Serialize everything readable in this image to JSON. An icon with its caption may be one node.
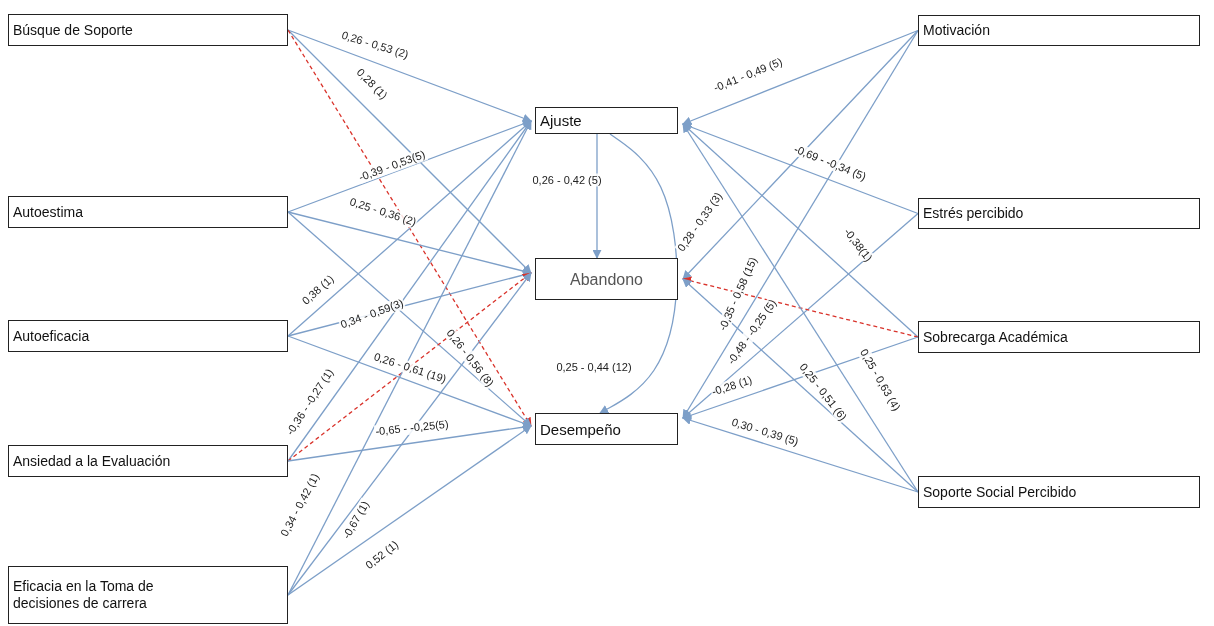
{
  "diagram": {
    "nodes": [
      {
        "text": [
          "Búsque de Soporte"
        ]
      },
      {
        "text": [
          "Autoestima"
        ]
      },
      {
        "text": [
          "Autoeficacia"
        ]
      },
      {
        "text": [
          "Ansiedad a la Evaluación"
        ]
      },
      {
        "text": [
          "Eficacia en la Toma de decisiones de carrera"
        ]
      },
      {
        "text": [
          "Ajuste"
        ]
      },
      {
        "text": [
          "Abandono"
        ]
      },
      {
        "text": [
          "Desempeño"
        ]
      },
      {
        "text": [
          "Motivación"
        ]
      },
      {
        "text": [
          "Estrés percibido"
        ]
      },
      {
        "text": [
          "Sobrecarga Académica"
        ]
      },
      {
        "text": [
          "Soporte Social Percibido"
        ]
      }
    ],
    "edges": [
      {
        "from": 0,
        "to": 5,
        "arrow": "to",
        "label": "0,26 - 0,53 (2)"
      },
      {
        "from": 0,
        "to": 6,
        "arrow": "to",
        "label": "0,28 (1)"
      },
      {
        "from": 0,
        "to": 7,
        "arrow": "to",
        "style": "dashed",
        "color": "#d9332b"
      },
      {
        "from": 1,
        "to": 5,
        "arrow": "to",
        "label": "-0,39 - 0,53(5)"
      },
      {
        "from": 1,
        "to": 6,
        "arrow": "to",
        "label": "0,25 - 0,36 (2)"
      },
      {
        "from": 1,
        "to": 7,
        "arrow": "to",
        "label": "0,26 - 0,56 (8)"
      },
      {
        "from": 2,
        "to": 5,
        "arrow": "to",
        "label": "0,38 (1)"
      },
      {
        "from": 2,
        "to": 6,
        "arrow": "to",
        "label": "0,34 - 0,59(3)"
      },
      {
        "from": 2,
        "to": 7,
        "arrow": "to",
        "label": "0,26 - 0,61 (19)"
      },
      {
        "from": 3,
        "to": 5,
        "arrow": "to",
        "label": "-0,36 - -0,27 (1)"
      },
      {
        "from": 3,
        "to": 6,
        "arrow": "to",
        "style": "dashed",
        "color": "#d9332b"
      },
      {
        "from": 3,
        "to": 7,
        "arrow": "to",
        "label": "-0,65 - -0,25(5)"
      },
      {
        "from": 4,
        "to": 5,
        "arrow": "to",
        "label": "0,34 - 0,42 (1)"
      },
      {
        "from": 4,
        "to": 6,
        "arrow": "to",
        "label": "-0,67 (1)"
      },
      {
        "from": 4,
        "to": 7,
        "arrow": "to",
        "label": "0,52 (1)"
      },
      {
        "from": 5,
        "to": 6,
        "arrow": "to",
        "label": "0,26 - 0,42 (5)"
      },
      {
        "from": 5,
        "to": 7,
        "arrow": "to",
        "label": "0,25 - 0,44 (12)"
      },
      {
        "from": 8,
        "to": 5,
        "arrow": "to",
        "label": "-0,41 - 0,49 (5)"
      },
      {
        "from": 8,
        "to": 6,
        "arrow": "to",
        "label": "0,28 - 0,33 (3)"
      },
      {
        "from": 8,
        "to": 7,
        "arrow": "to",
        "label": "-0,35 - 0,58 (15)"
      },
      {
        "from": 9,
        "to": 5,
        "arrow": "to",
        "label": "-0,69 - -0,34 (5)"
      },
      {
        "from": 9,
        "to": 7,
        "arrow": "to",
        "label": "-0,48 - -0,25 (5)"
      },
      {
        "from": 10,
        "to": 5,
        "arrow": "to",
        "label": "-0,38(1)"
      },
      {
        "from": 10,
        "to": 6,
        "arrow": "to",
        "style": "dashed",
        "color": "#d9332b"
      },
      {
        "from": 10,
        "to": 7,
        "arrow": "to",
        "label": "-0,28 (1)"
      },
      {
        "from": 11,
        "to": 5,
        "arrow": "to",
        "label": "0,25 - 0,63 (4)"
      },
      {
        "from": 11,
        "to": 6,
        "arrow": "to",
        "label": "0,25 - 0,51 (6)"
      },
      {
        "from": 11,
        "to": 7,
        "arrow": "to",
        "label": "0,30 - 0,39 (5)"
      }
    ]
  }
}
